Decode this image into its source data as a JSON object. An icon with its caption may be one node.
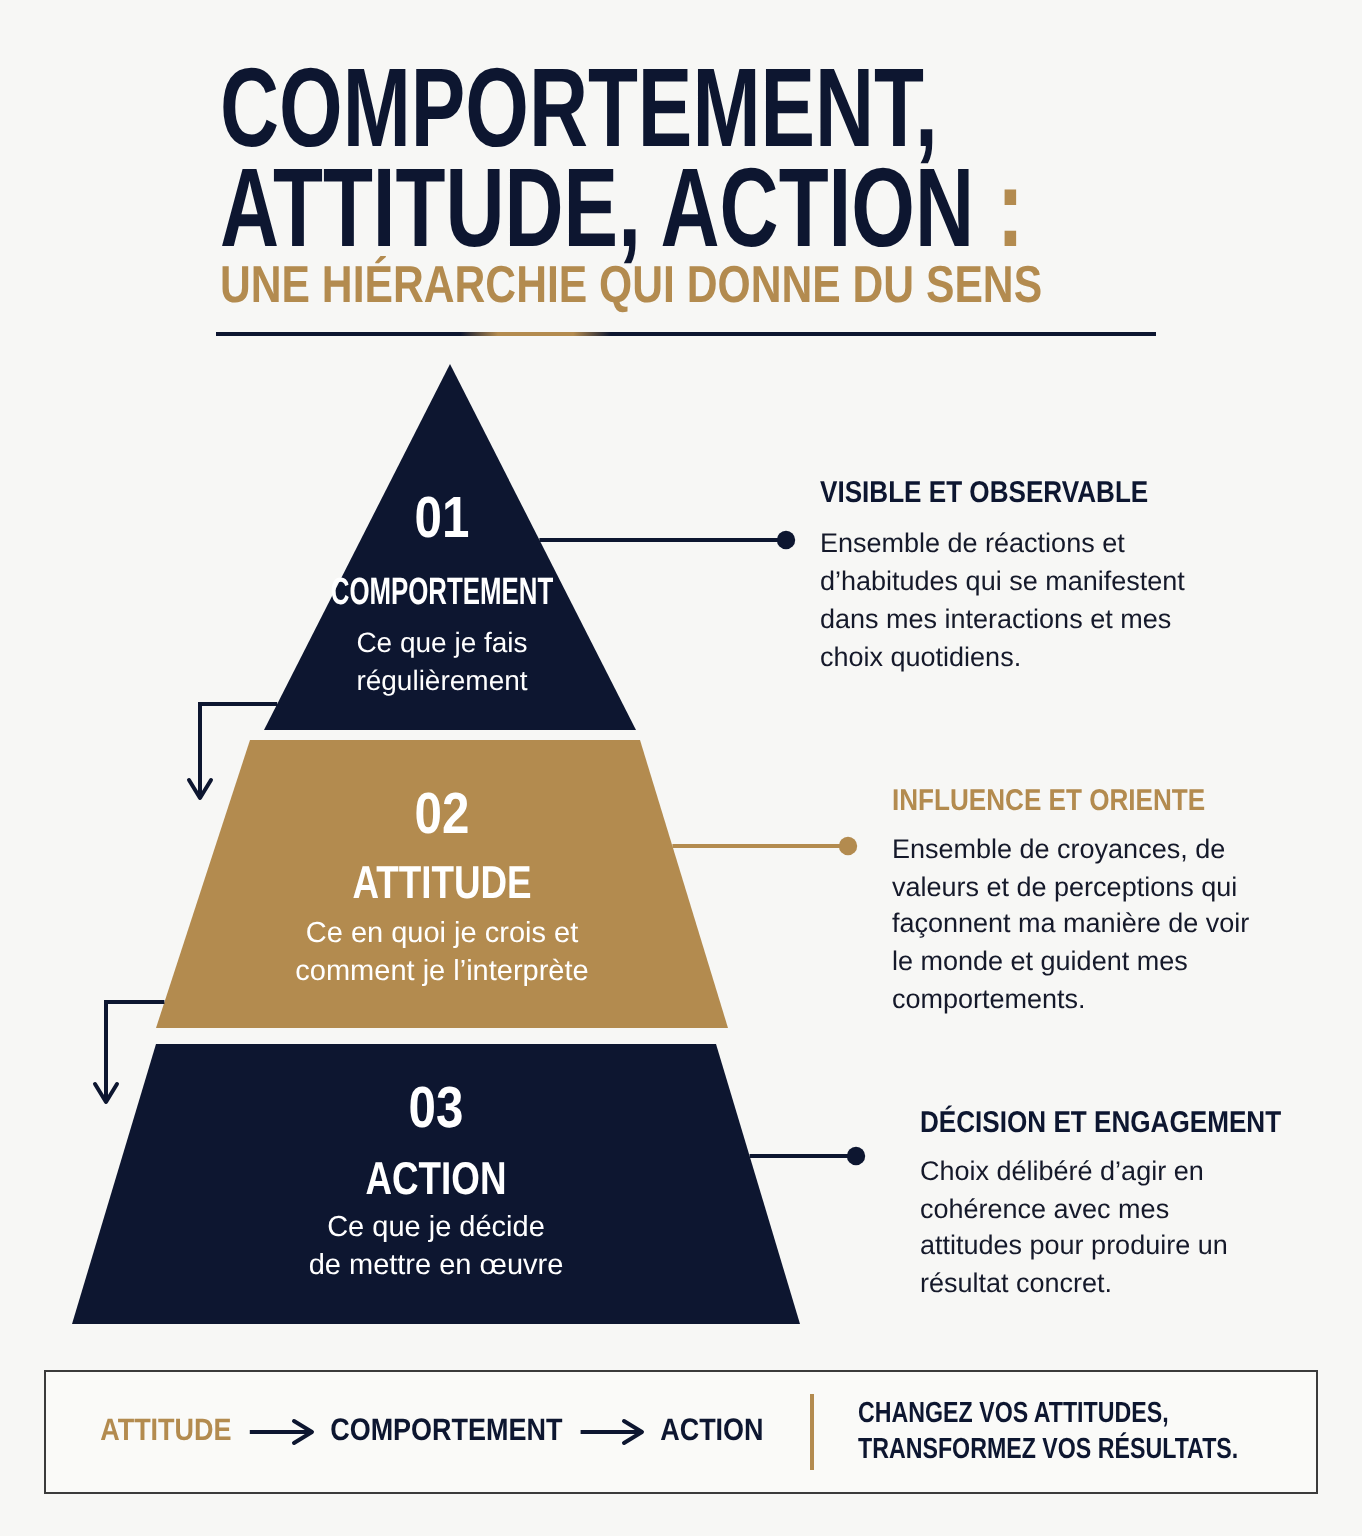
{
  "diagram": {
    "title": "COMPORTEMENT, ATTITUDE, ACTION :",
    "nodes": [
      {
        "text": [
          "01",
          "COMPORTEMENT",
          "Ce que je fais régulièrement"
        ]
      },
      {
        "text": [
          "VISIBLE ET OBSERVABLE",
          "Ensemble de réactions et d’habitudes qui se manifestent dans mes interactions et mes choix quotidiens."
        ]
      },
      {
        "text": [
          "02",
          "ATTITUDE",
          "Ce en quoi je crois et comment je l’interprète"
        ]
      },
      {
        "text": [
          "INFLUENCE ET ORIENTE",
          "Ensemble de croyances, de valeurs et de perceptions qui façonnent ma manière de voir le monde et guident mes comportements."
        ]
      },
      {
        "text": [
          "03",
          "ACTION",
          "Ce que je décide de mettre en œuvre"
        ]
      },
      {
        "text": [
          "DÉCISION ET ENGAGEMENT",
          "Choix délibéré d’agir en cohérence avec mes attitudes pour produire un résultat concret."
        ]
      },
      {
        "text": [
          "CHANGEZ VOS ATTITUDES, TRANSFORMEZ VOS RÉSULTATS."
        ]
      },
      {
        "text": [
          "ATTITUDE"
        ],
        "in": 6
      },
      {
        "text": [
          "COMPORTEMENT"
        ],
        "in": 6
      },
      {
        "text": [
          "ACTION"
        ],
        "in": 6
      }
    ],
    "edges": [
      {
        "from": 0,
        "to": 1,
        "arrow": "other"
      },
      {
        "from": 2,
        "to": 3,
        "arrow": "other",
        "color": "#b38b4f"
      },
      {
        "from": 4,
        "to": 5,
        "arrow": "other"
      },
      {
        "from": 0,
        "to": 2,
        "arrow": "to"
      },
      {
        "from": 2,
        "to": 4,
        "arrow": "to"
      },
      {
        "from": 7,
        "to": 8,
        "arrow": "to"
      },
      {
        "from": 8,
        "to": 9,
        "arrow": "to"
      }
    ],
    "labels": [
      "UNE HIÉRARCHIE QUI DONNE DU SENS"
    ]
  }
}
